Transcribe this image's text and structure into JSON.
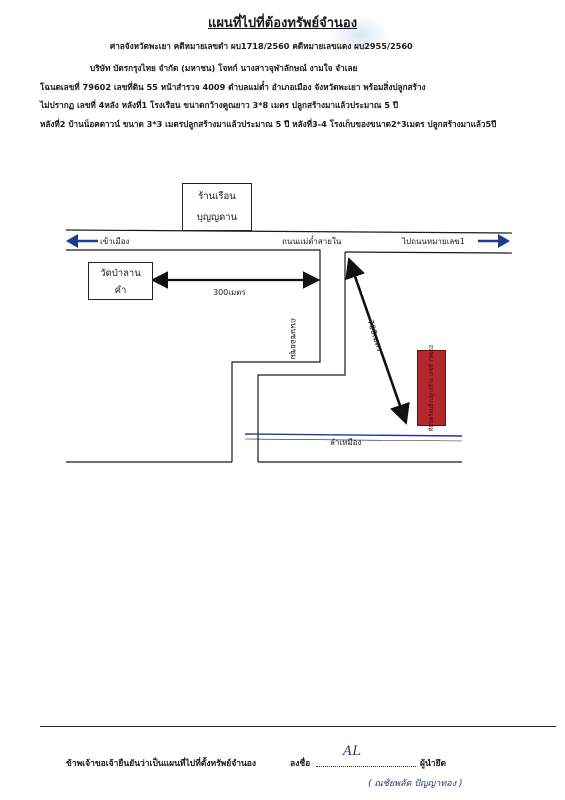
{
  "header": {
    "title": "แผนที่ไปที่ต้องทรัพย์จำนอง",
    "court_line": "ศาลจังหวัดพะเยา  คดีหมายเลขดำ ผบ1718/2560  คดีหมายเลขแดง ผบ2955/2560",
    "parties_line": "บริษัท บัตรกรุงไทย จำกัด (มหาชน)   โจทก์  นางสาวจุฬาลักษณ์ งามใจ  จำเลย",
    "deed_line": "โฉนดเลขที่  79602  เลขที่ดิน 55  หน้าสำรวจ 4009 ตำบลแม่ต๋ำ อำเภอเมือง จังหวัดพะเยา พร้อมสิ่งปลูกสร้าง",
    "building_line1": "ไม่ปรากฏ เลขที่  4หลัง หลังที่1 โรงเรือน ขนาดกว้างคูณยาว 3*8 เมตร ปลูกสร้างมาแล้วประมาณ 5 ปี",
    "building_line2": "หลังที่2 บ้านน็อคดาวน์ ขนาด 3*3 เมตรปลูกสร้างมาแล้วประมาณ 5 ปี หลังที่3-4 โรงเก็บของขนาด2*3เมตร ปลูกสร้างมาแล้ว5ปี"
  },
  "map": {
    "shop_name_line1": "ร้านเรือน",
    "shop_name_line2": "บุญญดาน",
    "temple_line1": "วัดป่าลาน",
    "temple_line2": "คำ",
    "to_city": "เข้าเมือง",
    "main_road": "ถนนแม่ต๋ำสายใน",
    "to_highway": "ไปถนนหมายเลข1",
    "distance_300": "300เมตร",
    "side_road": "ถนนซอยชุม",
    "distance_700": "700เมตร",
    "canal": "ลำเหมือง",
    "property_label": "ที่ดินพร้อมสิ่งปลูกสร้าง",
    "property_sub": "เลขที่ 79602",
    "property_color": "#b3282c",
    "arrow_color": "#1c3d8f"
  },
  "footer": {
    "certify": "ข้าพเจ้าขอเจ้ายืนยันว่าเป็นแผนที่ไปที่ตั้งทรัพย์จำนอง",
    "sign_label": "ลงชื่อ",
    "role": "ผู้นำยึด",
    "signature_mark": "AL",
    "printed_name": "( ณชัยพลัด ปัญญาทอง )"
  }
}
